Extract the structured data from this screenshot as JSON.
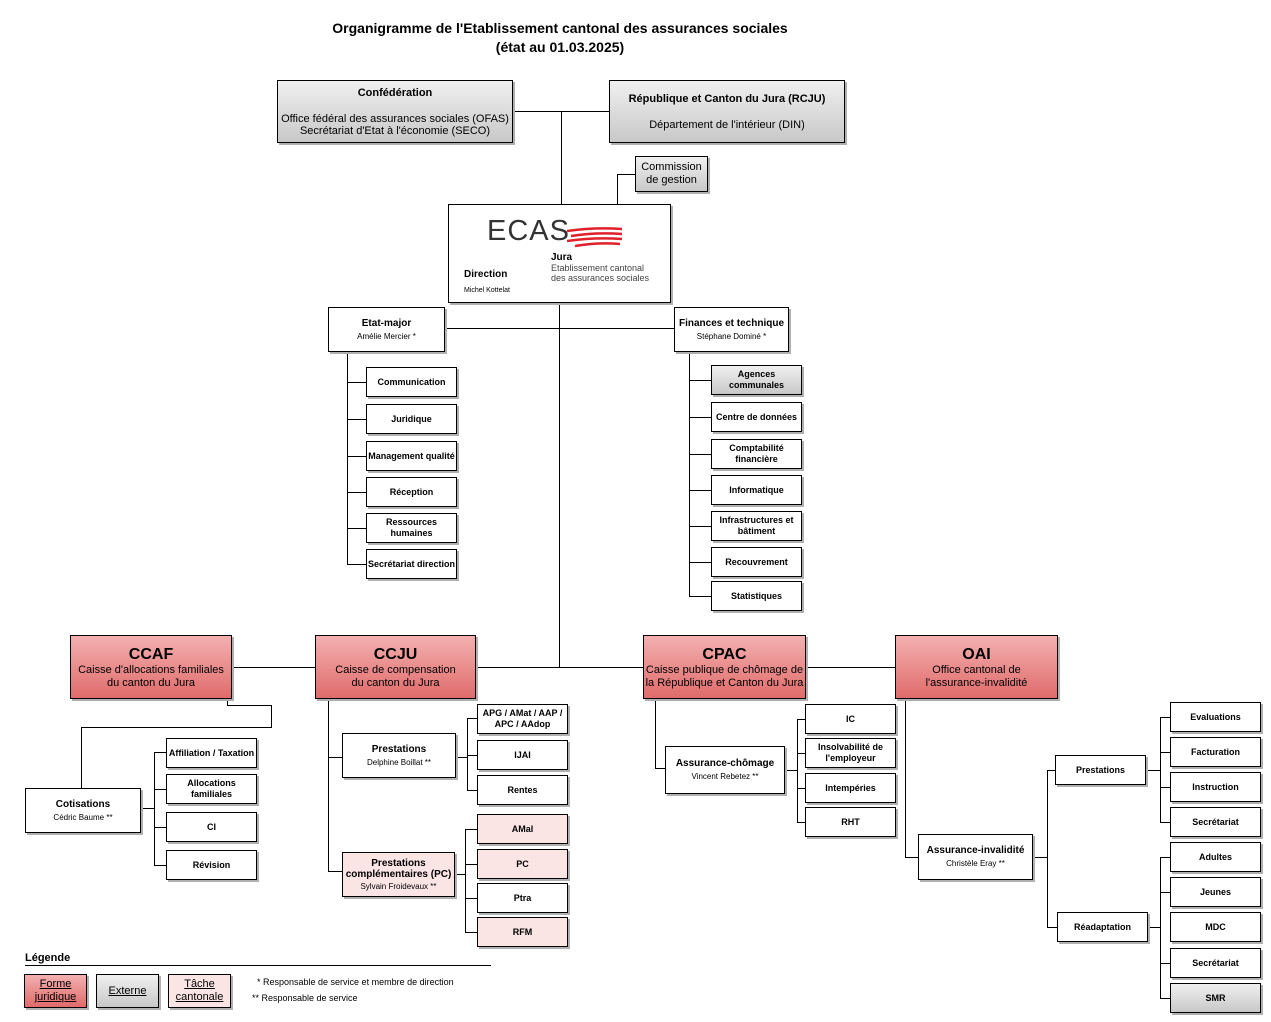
{
  "title": {
    "line1": "Organigramme de l'Etablissement cantonal des assurances sociales",
    "line2": "(état au 01.03.2025)"
  },
  "top": {
    "confederation": {
      "title": "Confédération",
      "line1": "Office fédéral des assurances sociales (OFAS)",
      "line2": "Secrétariat d'Etat à l'économie (SECO)"
    },
    "rcju": {
      "title": "République et Canton du Jura (RCJU)",
      "line1": "Département de l'intérieur (DIN)"
    },
    "commission": {
      "line1": "Commission",
      "line2": "de gestion"
    }
  },
  "direction": {
    "logo_text": "ECAS",
    "logo_sub1": "Jura",
    "logo_sub2": "Etablissement cantonal",
    "logo_sub3": "des assurances sociales",
    "label": "Direction",
    "person": "Michel Kottelat"
  },
  "etat_major": {
    "title": "Etat-major",
    "person": "Amélie Mercier *",
    "items": [
      "Communication",
      "Juridique",
      "Management qualité",
      "Réception",
      "Ressources humaines",
      "Secrétariat direction"
    ]
  },
  "finances": {
    "title": "Finances et technique",
    "person": "Stéphane Dominé *",
    "items": [
      "Agences communales",
      "Centre de données",
      "Comptabilité financière",
      "Informatique",
      "Infrastructures et bâtiment",
      "Recouvrement",
      "Statistiques"
    ]
  },
  "ccaf": {
    "acronym": "CCAF",
    "line1": "Caisse d'allocations familiales",
    "line2": "du canton du Jura"
  },
  "ccju": {
    "acronym": "CCJU",
    "line1": "Caisse de compensation",
    "line2": "du canton du Jura"
  },
  "cpac": {
    "acronym": "CPAC",
    "line1": "Caisse publique de chômage de",
    "line2": "la République et Canton du Jura"
  },
  "oai": {
    "acronym": "OAI",
    "line1": "Office cantonal de",
    "line2": "l'assurance-invalidité"
  },
  "cotisations": {
    "title": "Cotisations",
    "person": "Cédric Baume **",
    "items": [
      "Affiliation / Taxation",
      "Allocations familiales",
      "CI",
      "Révision"
    ]
  },
  "prestations_ccju": {
    "title": "Prestations",
    "person": "Delphine Boillat **",
    "items": [
      "APG / AMat / AAP / APC / AAdop",
      "IJAI",
      "Rentes"
    ]
  },
  "pc": {
    "title": "Prestations complémentaires (PC)",
    "person": "Sylvain Froidevaux **",
    "items": [
      "AMal",
      "PC",
      "Ptra",
      "RFM"
    ]
  },
  "chomage": {
    "title": "Assurance-chômage",
    "person": "Vincent Rebetez **",
    "items": [
      "IC",
      "Insolvabilité de l'employeur",
      "Intempéries",
      "RHT"
    ]
  },
  "ai": {
    "title": "Assurance-invalidité",
    "person": "Christèle Eray **",
    "prestations": {
      "title": "Prestations",
      "items": [
        "Evaluations",
        "Facturation",
        "Instruction",
        "Secrétariat"
      ]
    },
    "readaptation": {
      "title": "Réadaptation",
      "items": [
        "Adultes",
        "Jeunes",
        "MDC",
        "Secrétariat",
        "SMR"
      ]
    }
  },
  "legend": {
    "title": "Légende",
    "legal": "Forme juridique",
    "external": "Externe",
    "task": "Tâche cantonale",
    "note1": "* Responsable de service et membre de direction",
    "note2": "** Responsable de service"
  },
  "colors": {
    "legal_top": "#f3b0b0",
    "legal_bottom": "#e06b6b",
    "task": "#fbe4e4",
    "external": "#d0d0d0",
    "logo_red": "#e0202a"
  }
}
